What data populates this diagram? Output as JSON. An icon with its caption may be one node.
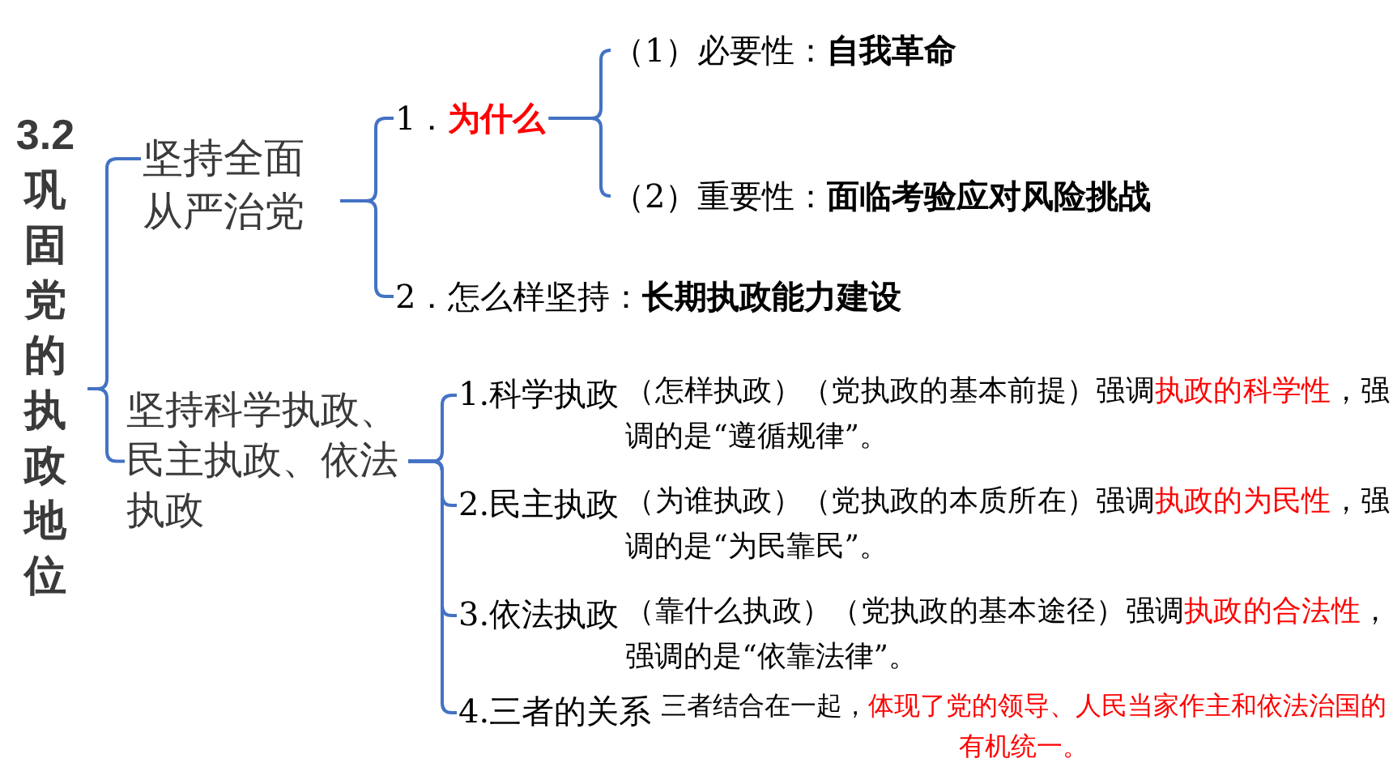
{
  "diagram": {
    "nodes": [
      {
        "text": [
          "3.2巩固党的执政地位"
        ]
      },
      {
        "text": [
          "坚持全面从严治党"
        ]
      },
      {
        "text": [
          "1．",
          "为什么"
        ]
      },
      {
        "text": [
          "（1）必要性：",
          "自我革命"
        ]
      },
      {
        "text": [
          "（2）重要性：",
          "面临考验应对风险挑战"
        ]
      },
      {
        "text": [
          "2．怎么样坚持：",
          "长期执政能力建设"
        ]
      },
      {
        "text": [
          "坚持科学执政、民主执政、依法执政"
        ]
      },
      {
        "text": [
          "1.科学执政"
        ],
        "beside": [
          "（怎样执政）（党执政的基本前提）强调",
          "执政的科学性",
          "，强调的是“遵循规律”。"
        ]
      },
      {
        "text": [
          "2.民主执政"
        ],
        "beside": [
          "（为谁执政）（党执政的本质所在）强调",
          "执政的为民性",
          "，强调的是“为民靠民”。"
        ]
      },
      {
        "text": [
          "3.依法执政"
        ],
        "beside": [
          "（靠什么执政）（党执政的基本途径）强调",
          "执政的合法性",
          "，强调的是“依靠法律”。"
        ]
      },
      {
        "text": [
          "4.三者的关系"
        ],
        "beside": [
          "三者结合在一起，",
          "体现了党的领导、人民当家作主和依法治国的有机统一。"
        ]
      }
    ],
    "edges": [
      {
        "from": 0,
        "to": 1,
        "arrow": "none"
      },
      {
        "from": 0,
        "to": 6,
        "arrow": "none"
      },
      {
        "from": 1,
        "to": 2,
        "arrow": "none"
      },
      {
        "from": 1,
        "to": 5,
        "arrow": "none"
      },
      {
        "from": 2,
        "to": 3,
        "arrow": "none"
      },
      {
        "from": 2,
        "to": 4,
        "arrow": "none"
      },
      {
        "from": 6,
        "to": 7,
        "arrow": "none"
      },
      {
        "from": 6,
        "to": 8,
        "arrow": "none"
      },
      {
        "from": 6,
        "to": 9,
        "arrow": "none"
      },
      {
        "from": 6,
        "to": 10,
        "arrow": "none"
      }
    ]
  }
}
